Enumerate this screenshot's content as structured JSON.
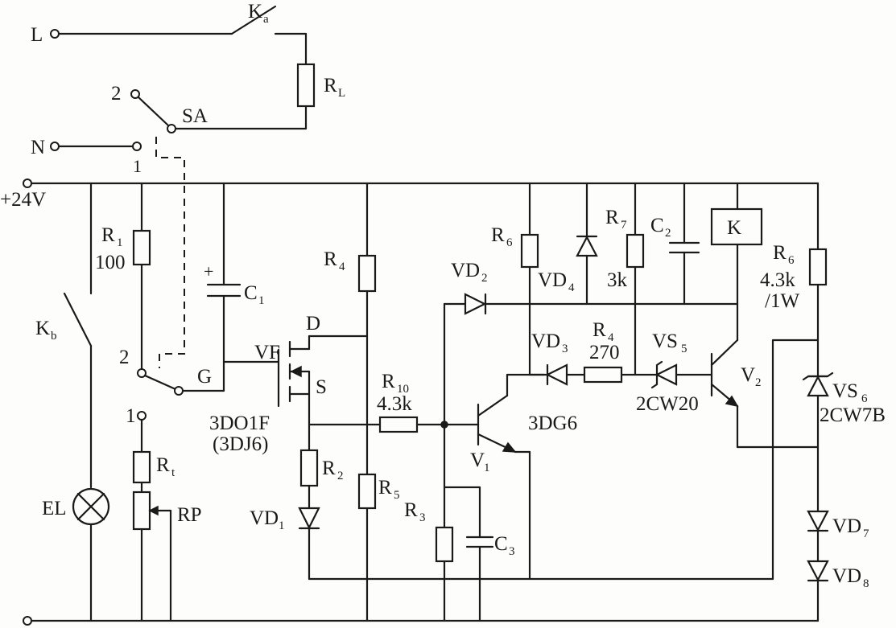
{
  "labels": {
    "L": "L",
    "N": "N",
    "Ka": "K",
    "Ka_sub": "a",
    "RL": "R",
    "RL_sub": "L",
    "SA": "SA",
    "sa_pos2": "2",
    "sa_pos1": "1",
    "supply": "+24V",
    "R1": "R",
    "R1_sub": "1",
    "R1_val": "100",
    "C1": "C",
    "C1_sub": "1",
    "C1_plus": "+",
    "Kb": "K",
    "Kb_sub": "b",
    "sw_pos2": "2",
    "sw_pos1": "1",
    "G": "G",
    "D": "D",
    "S": "S",
    "VF": "VF",
    "VF_type": "3DO1F",
    "VF_alt": "(3DJ6)",
    "EL": "EL",
    "Rt": "R",
    "Rt_sub": "t",
    "RP": "RP",
    "R2": "R",
    "R2_sub": "2",
    "VD1": "VD",
    "VD1_sub": "1",
    "R4a": "R",
    "R4a_sub": "4",
    "R5": "R",
    "R5_sub": "5",
    "R10": "R",
    "R10_sub": "10",
    "R10_val": "4.3k",
    "R3": "R",
    "R3_sub": "3",
    "C3": "C",
    "C3_sub": "3",
    "V1": "V",
    "V1_sub": "1",
    "V1_type": "3DG6",
    "VD2": "VD",
    "VD2_sub": "2",
    "R6a": "R",
    "R6a_sub": "6",
    "VD4": "VD",
    "VD4_sub": "4",
    "R7": "R",
    "R7_sub": "7",
    "R7_val": "3k",
    "C2": "C",
    "C2_sub": "2",
    "K": "K",
    "R6b": "R",
    "R6b_sub": "6",
    "R6b_val": "4.3k",
    "R6b_pow": "/1W",
    "VD3": "VD",
    "VD3_sub": "3",
    "R4b": "R",
    "R4b_sub": "4",
    "R4b_val": "270",
    "VS5": "VS",
    "VS5_sub": "5",
    "VS5_type": "2CW20",
    "V2": "V",
    "V2_sub": "2",
    "VS6": "VS",
    "VS6_sub": "6",
    "VS6_type": "2CW7B",
    "VD7": "VD",
    "VD7_sub": "7",
    "VD8": "VD",
    "VD8_sub": "8"
  }
}
